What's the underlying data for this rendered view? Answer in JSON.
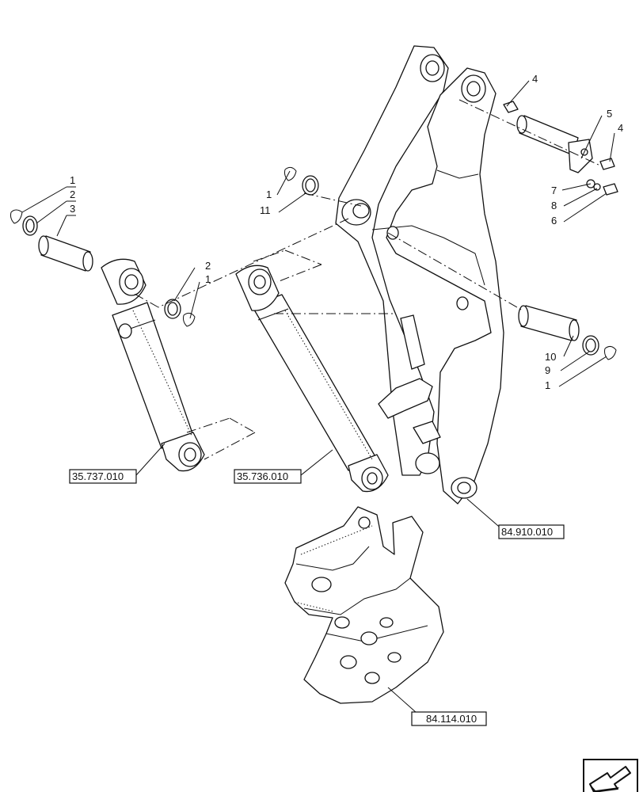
{
  "callouts": {
    "c1a": "1",
    "c2a": "2",
    "c3": "3",
    "c2b": "2",
    "c1b": "1",
    "c1c": "1",
    "c11": "11",
    "c4a": "4",
    "c5": "5",
    "c4b": "4",
    "c7": "7",
    "c8": "8",
    "c6": "6",
    "c10": "10",
    "c9": "9",
    "c1d": "1"
  },
  "references": {
    "cyl_left": "35.737.010",
    "cyl_mid": "35.736.010",
    "arm": "84.910.010",
    "bracket": "84.114.010"
  },
  "nav_icon": "arrow-navigation-icon"
}
